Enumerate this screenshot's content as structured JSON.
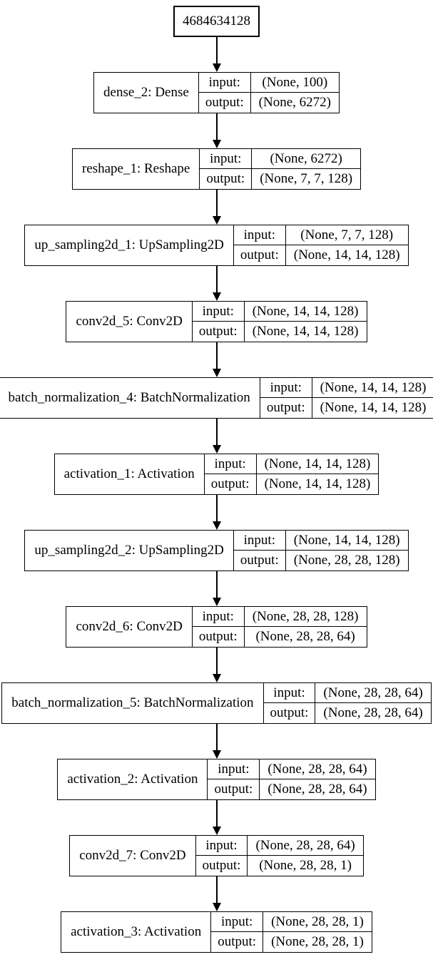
{
  "diagram": {
    "background_color": "#ffffff",
    "line_color": "#000000",
    "text_color": "#000000",
    "io_labels": {
      "input": "input:",
      "output": "output:"
    },
    "nodes": [
      {
        "label": "4684634128"
      },
      {
        "label": "dense_2: Dense",
        "input": "(None, 100)",
        "output": "(None, 6272)"
      },
      {
        "label": "reshape_1: Reshape",
        "input": "(None, 6272)",
        "output": "(None, 7, 7, 128)"
      },
      {
        "label": "up_sampling2d_1: UpSampling2D",
        "input": "(None, 7, 7, 128)",
        "output": "(None, 14, 14, 128)"
      },
      {
        "label": "conv2d_5: Conv2D",
        "input": "(None, 14, 14, 128)",
        "output": "(None, 14, 14, 128)"
      },
      {
        "label": "batch_normalization_4: BatchNormalization",
        "input": "(None, 14, 14, 128)",
        "output": "(None, 14, 14, 128)"
      },
      {
        "label": "activation_1: Activation",
        "input": "(None, 14, 14, 128)",
        "output": "(None, 14, 14, 128)"
      },
      {
        "label": "up_sampling2d_2: UpSampling2D",
        "input": "(None, 14, 14, 128)",
        "output": "(None, 28, 28, 128)"
      },
      {
        "label": "conv2d_6: Conv2D",
        "input": "(None, 28, 28, 128)",
        "output": "(None, 28, 28, 64)"
      },
      {
        "label": "batch_normalization_5: BatchNormalization",
        "input": "(None, 28, 28, 64)",
        "output": "(None, 28, 28, 64)"
      },
      {
        "label": "activation_2: Activation",
        "input": "(None, 28, 28, 64)",
        "output": "(None, 28, 28, 64)"
      },
      {
        "label": "conv2d_7: Conv2D",
        "input": "(None, 28, 28, 64)",
        "output": "(None, 28, 28, 1)"
      },
      {
        "label": "activation_3: Activation",
        "input": "(None, 28, 28, 1)",
        "output": "(None, 28, 28, 1)"
      }
    ],
    "edges": [
      [
        0,
        1
      ],
      [
        1,
        2
      ],
      [
        2,
        3
      ],
      [
        3,
        4
      ],
      [
        4,
        5
      ],
      [
        5,
        6
      ],
      [
        6,
        7
      ],
      [
        7,
        8
      ],
      [
        8,
        9
      ],
      [
        9,
        10
      ],
      [
        10,
        11
      ],
      [
        11,
        12
      ]
    ]
  }
}
